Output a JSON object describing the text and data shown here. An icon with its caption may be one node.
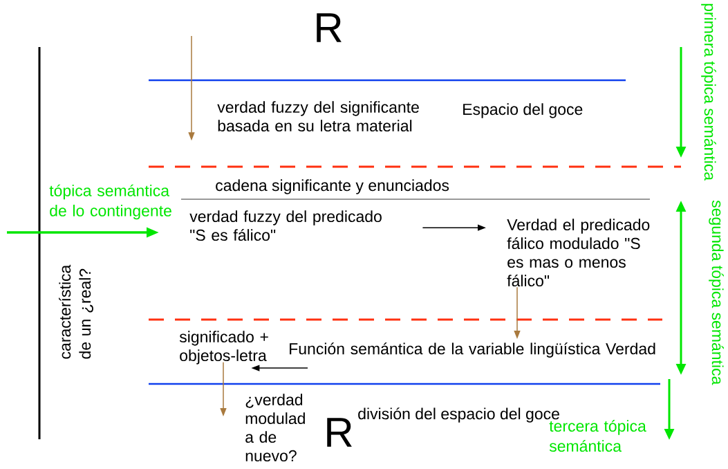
{
  "diagram": {
    "nodes": [
      {
        "text": [
          "verdad fuzzy del significante basada en su letra material"
        ]
      },
      {
        "text": [
          "verdad fuzzy del predicado \"S es fálico\""
        ]
      },
      {
        "text": [
          "Verdad el predicado fálico modulado \"S es mas o menos fálico\""
        ]
      },
      {
        "text": [
          "Función semántica de la variable lingüística Verdad"
        ]
      },
      {
        "text": [
          "significado + objetos-letra"
        ]
      },
      {
        "text": [
          "¿verdad modulad a de nuevo?"
        ]
      }
    ],
    "edges": [
      {
        "from": null,
        "to": 0,
        "arrow": "to",
        "color": "#a97a3e"
      },
      {
        "from": null,
        "to": 1,
        "arrow": "to",
        "style": "thick",
        "color": "#00e600"
      },
      {
        "from": 1,
        "to": 2,
        "arrow": "to",
        "color": "#000000"
      },
      {
        "from": 2,
        "to": 3,
        "arrow": "to",
        "color": "#a97a3e"
      },
      {
        "from": 3,
        "to": 4,
        "arrow": "to",
        "color": "#000000"
      },
      {
        "from": 4,
        "to": 5,
        "arrow": "to",
        "color": "#a97a3e"
      }
    ],
    "labels": [
      "R",
      "primera tópica semántica",
      "Espacio del goce",
      "cadena significante y enunciados",
      "tópica semántica de lo contingente",
      "segunda tópica semántica",
      "característica de un ¿real?",
      "división del espacio del goce",
      "R",
      "tercera tópica semántica"
    ]
  }
}
